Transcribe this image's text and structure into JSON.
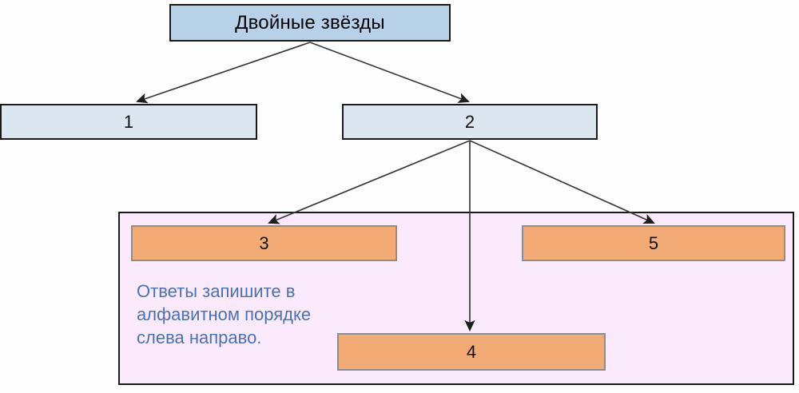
{
  "diagram": {
    "background_color": "#fdfdfe",
    "title_node": {
      "label": "Двойные звёзды",
      "fill": "#b6d1e8",
      "border": "#1a1a1a"
    },
    "level_two_nodes": [
      {
        "label": "1",
        "fill": "#dce6f1",
        "border": "#1a1a1a"
      },
      {
        "label": "2",
        "fill": "#dce6f1",
        "border": "#1a1a1a"
      }
    ],
    "group_panel": {
      "fill": "#fbeafb",
      "border": "#1a1a1a",
      "note": "Ответы запишите в алфавитном порядке слева направо.",
      "note_color": "#4a72b8"
    },
    "level_three_nodes": [
      {
        "label": "3",
        "fill": "#f2ab74",
        "border": "#8d8d8d"
      },
      {
        "label": "4",
        "fill": "#f2ab74",
        "border": "#8d8d8d"
      },
      {
        "label": "5",
        "fill": "#f2ab74",
        "border": "#8d8d8d"
      }
    ],
    "connectors": {
      "color": "#2b2b2b",
      "edges": [
        {
          "from": "Двойные звёзды",
          "to": "1"
        },
        {
          "from": "Двойные звёзды",
          "to": "2"
        },
        {
          "from": "2",
          "to": "3"
        },
        {
          "from": "2",
          "to": "4"
        },
        {
          "from": "2",
          "to": "5"
        }
      ]
    }
  }
}
